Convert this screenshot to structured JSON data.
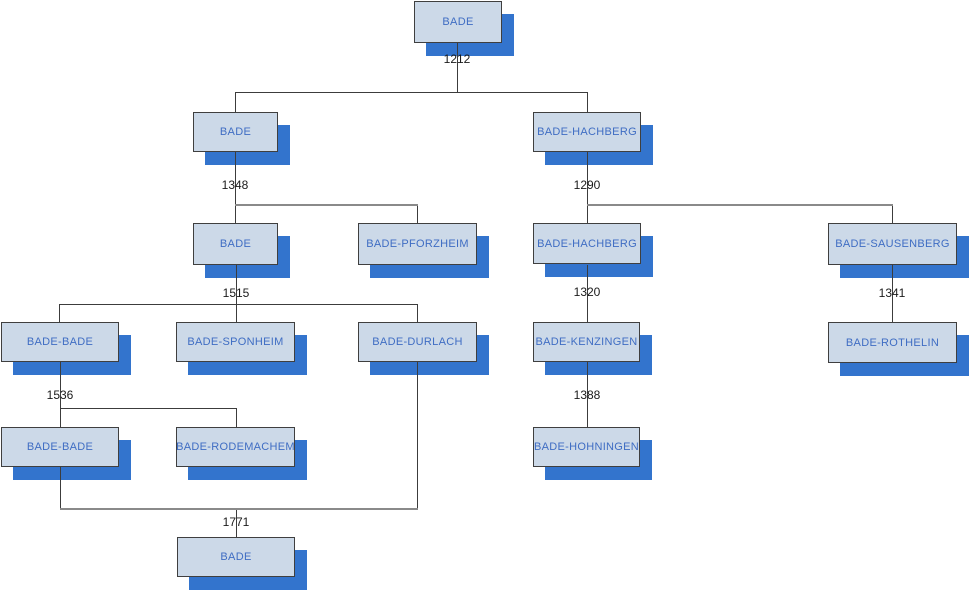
{
  "diagram_type": "genealogy-tree",
  "colors": {
    "canvas_bg": "#ffffff",
    "box_fill": "#ccd9e8",
    "box_border": "#3f3f3f",
    "box_shadow": "#3374cd",
    "label_text": "#3f6dc3",
    "year_text": "#1a1a1a",
    "line_dark": "#3c3c3c",
    "line_gray": "#8a8a8a"
  },
  "nodes": [
    {
      "id": "bade-gen1",
      "label": "BADE"
    },
    {
      "id": "bade-gen2",
      "label": "BADE"
    },
    {
      "id": "bade-hachberg-gen2",
      "label": "BADE-HACHBERG"
    },
    {
      "id": "bade-gen3",
      "label": "BADE"
    },
    {
      "id": "bade-pforzheim",
      "label": "BADE-PFORZHEIM"
    },
    {
      "id": "bade-hachberg-gen3",
      "label": "BADE-HACHBERG"
    },
    {
      "id": "bade-sausenberg",
      "label": "BADE-SAUSENBERG"
    },
    {
      "id": "bade-bade-gen4",
      "label": "BADE-BADE"
    },
    {
      "id": "bade-sponheim",
      "label": "BADE-SPONHEIM"
    },
    {
      "id": "bade-durlach",
      "label": "BADE-DURLACH"
    },
    {
      "id": "bade-kenzingen",
      "label": "BADE-KENZINGEN"
    },
    {
      "id": "bade-rothelin",
      "label": "BADE-ROTHELIN"
    },
    {
      "id": "bade-bade-gen5",
      "label": "BADE-BADE"
    },
    {
      "id": "bade-rodemachem",
      "label": "BADE-RODEMACHEM"
    },
    {
      "id": "bade-hohningen",
      "label": "BADE-HOHNINGEN"
    },
    {
      "id": "bade-gen6",
      "label": "BADE"
    }
  ],
  "years": [
    {
      "value": "1212"
    },
    {
      "value": "1348"
    },
    {
      "value": "1290"
    },
    {
      "value": "1515"
    },
    {
      "value": "1320"
    },
    {
      "value": "1341"
    },
    {
      "value": "1536"
    },
    {
      "value": "1388"
    },
    {
      "value": "1771"
    }
  ],
  "relations": [
    {
      "parents": [
        "bade-gen1"
      ],
      "year": "1212",
      "children": [
        "bade-gen2",
        "bade-hachberg-gen2"
      ]
    },
    {
      "parents": [
        "bade-gen2"
      ],
      "year": "1348",
      "children": [
        "bade-gen3",
        "bade-pforzheim"
      ]
    },
    {
      "parents": [
        "bade-hachberg-gen2"
      ],
      "year": "1290",
      "children": [
        "bade-hachberg-gen3",
        "bade-sausenberg"
      ]
    },
    {
      "parents": [
        "bade-gen3"
      ],
      "year": "1515",
      "children": [
        "bade-bade-gen4",
        "bade-sponheim",
        "bade-durlach"
      ]
    },
    {
      "parents": [
        "bade-hachberg-gen3"
      ],
      "year": "1320",
      "children": [
        "bade-kenzingen"
      ]
    },
    {
      "parents": [
        "bade-sausenberg"
      ],
      "year": "1341",
      "children": [
        "bade-rothelin"
      ]
    },
    {
      "parents": [
        "bade-bade-gen4"
      ],
      "year": "1536",
      "children": [
        "bade-bade-gen5",
        "bade-rodemachem"
      ]
    },
    {
      "parents": [
        "bade-kenzingen"
      ],
      "year": "1388",
      "children": [
        "bade-hohningen"
      ]
    },
    {
      "parents": [
        "bade-bade-gen5",
        "bade-durlach"
      ],
      "year": "1771",
      "children": [
        "bade-gen6"
      ]
    }
  ]
}
